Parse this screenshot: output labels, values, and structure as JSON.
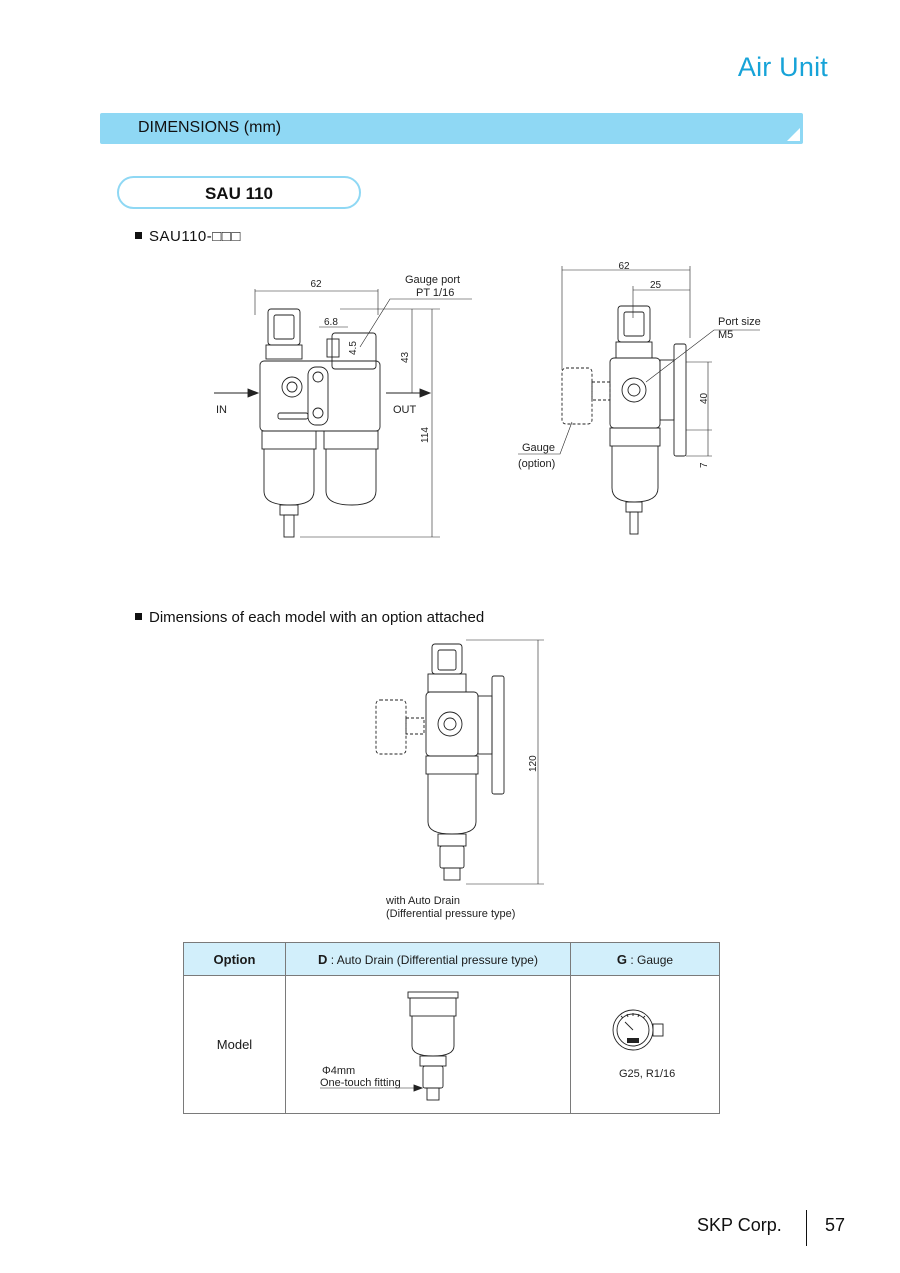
{
  "header": {
    "title": "Air Unit"
  },
  "section": {
    "title": "DIMENSIONS (mm)"
  },
  "model": {
    "name": "SAU 110"
  },
  "headings": {
    "model_code": "SAU110-□□□",
    "options": "Dimensions of each model with an option attached"
  },
  "drawing_front": {
    "width_dim": "62",
    "gauge_port_label": "Gauge port",
    "gauge_port_size": "PT 1/16",
    "dim_6_8": "6.8",
    "dim_4_5": "4.5",
    "dim_43": "43",
    "dim_114": "114",
    "in_label": "IN",
    "out_label": "OUT"
  },
  "drawing_side": {
    "width_dim": "62",
    "dim_25": "25",
    "port_size_label": "Port size",
    "port_size_value": "M5",
    "dim_40": "40",
    "dim_7": "7",
    "gauge_label": "Gauge",
    "option_label": "(option)"
  },
  "drawing_option": {
    "height_dim": "120",
    "caption_line1": "with Auto Drain",
    "caption_line2": "(Differential pressure type)"
  },
  "table": {
    "header_option": "Option",
    "header_d_code": "D",
    "header_d_text": ": Auto Drain (Differential pressure type)",
    "header_g_code": "G",
    "header_g_text": ": Gauge",
    "row_label": "Model",
    "d_note_line1": "Φ4mm",
    "d_note_line2": "One-touch fitting",
    "g_note": "G25, R1/16"
  },
  "footer": {
    "company": "SKP Corp.",
    "page": "57"
  },
  "colors": {
    "accent": "#17a3d8",
    "bar": "#8fd8f4",
    "table_header": "#d2effb"
  }
}
